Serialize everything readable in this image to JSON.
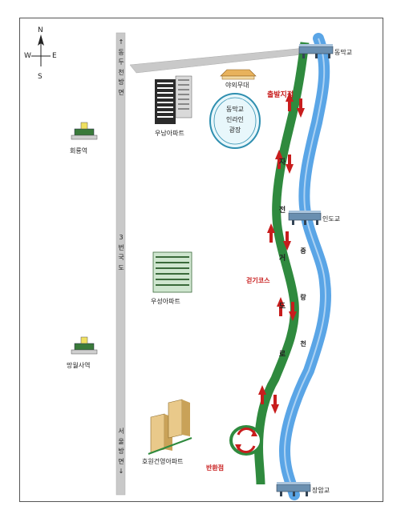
{
  "compass": {
    "n": "N",
    "w": "W",
    "e": "E",
    "s": "S"
  },
  "road_top": "↑ 동 두 천 방 면",
  "road_mid": "3 번 국 도",
  "road_bottom": "서 울 방 면 ↓",
  "landmarks": {
    "hoeryong_station": "회룡역",
    "mangwolsa_station": "망월사역",
    "wunam_apt": "우남아파트",
    "woosung_apt": "우성아파트",
    "howon_apt": "호원건영아파트",
    "outdoor_stage": "야외무대",
    "plaza": "동막교\n인라인\n광장"
  },
  "bridges": {
    "dongmak": "동막교",
    "indo": "인도교",
    "jangam": "장암교"
  },
  "course": {
    "start": "출발지점",
    "bike_path": "자 전 거 도 로",
    "walking": "걷기코스",
    "turnaround": "반환점"
  },
  "stream": "중 랑 천",
  "colors": {
    "path": "#2f8a3e",
    "river": "#5aa5e6",
    "road": "#c8c8c8",
    "arrow": "#c81d1d"
  }
}
